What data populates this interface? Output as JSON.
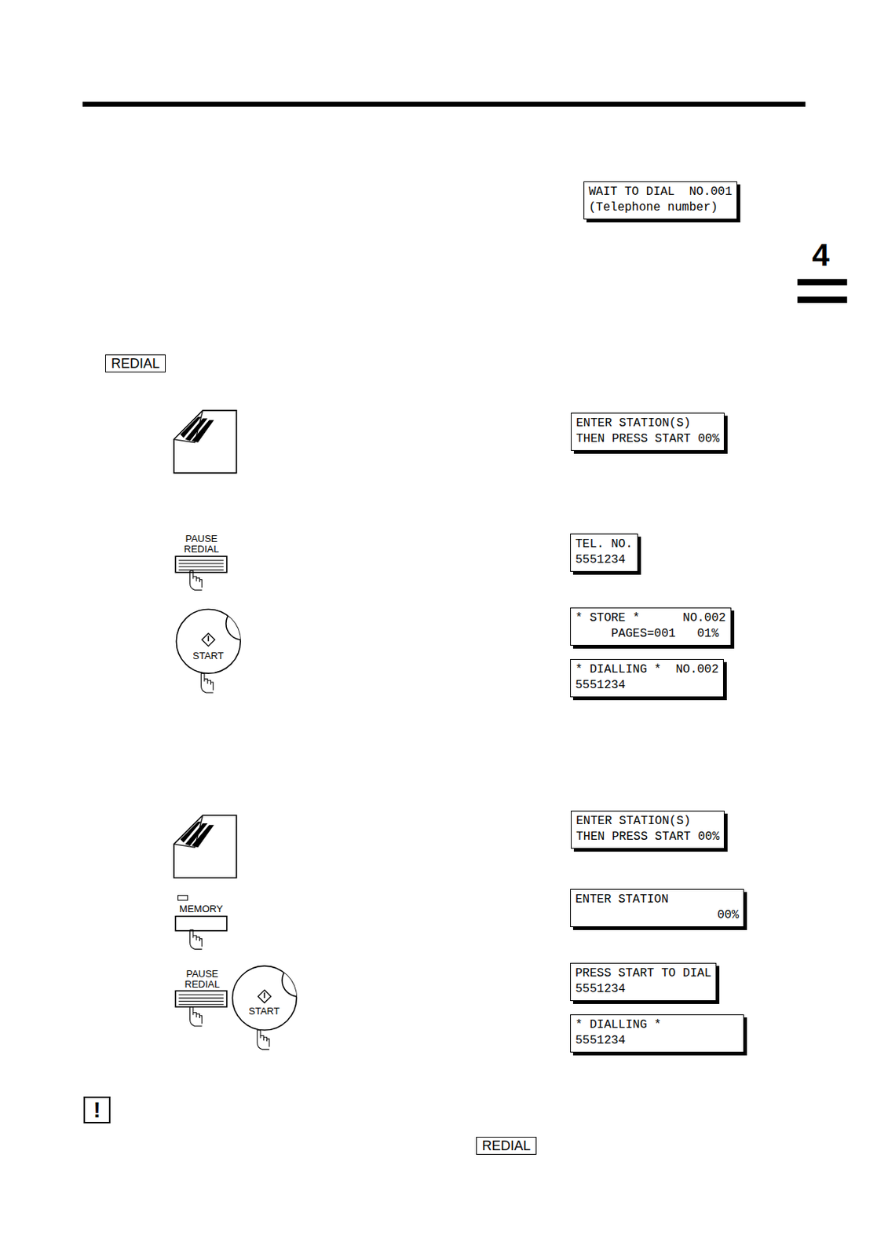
{
  "diagram": {
    "nodes": [
      {
        "text": [
          "WAIT TO DIAL  NO.001",
          "(Telephone number)"
        ]
      },
      {
        "text": [
          "REDIAL"
        ]
      },
      {
        "text": [
          "ENTER STATION(S)",
          "THEN PRESS START 00%"
        ]
      },
      {
        "text": [
          "TEL. NO.",
          "5551234"
        ]
      },
      {
        "text": [
          "* STORE *      NO.002",
          "     PAGES=001   01%"
        ]
      },
      {
        "text": [
          "* DIALLING *  NO.002",
          "5551234"
        ]
      },
      {
        "text": [
          "ENTER STATION(S)",
          "THEN PRESS START 00%"
        ]
      },
      {
        "text": [
          "ENTER STATION",
          "00%"
        ]
      },
      {
        "text": [
          "PRESS START TO DIAL",
          "5551234"
        ]
      },
      {
        "text": [
          "* DIALLING *",
          "5551234"
        ]
      },
      {
        "text": [
          "!"
        ]
      },
      {
        "text": [
          "REDIAL"
        ]
      }
    ],
    "labels": [
      "4",
      "PAUSE REDIAL",
      "START",
      "MEMORY",
      "PAUSE REDIAL",
      "START"
    ]
  }
}
